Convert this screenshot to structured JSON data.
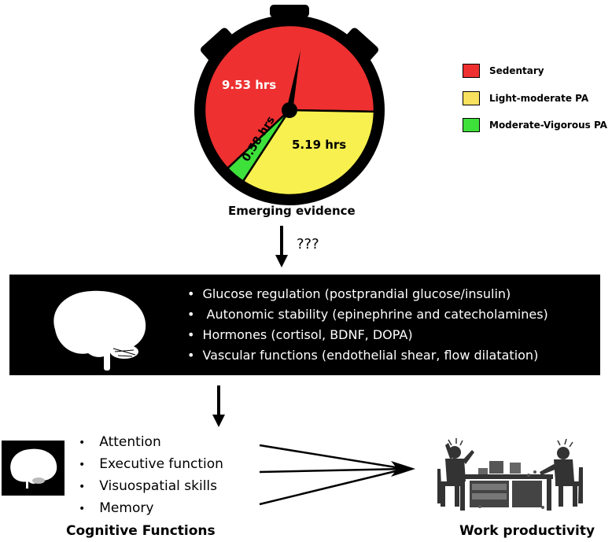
{
  "stopwatch": {
    "segments": [
      {
        "name": "sedentary",
        "label": "9.53 hrs",
        "value": 9.53,
        "color": "#ee3030"
      },
      {
        "name": "light-moderate",
        "label": "5.19 hrs",
        "value": 5.19,
        "color": "#f7f04e"
      },
      {
        "name": "moderate-vigorous",
        "label": "0.58 hrs",
        "value": 0.58,
        "color": "#3ee03a"
      }
    ],
    "caption": "Emerging evidence"
  },
  "legend": [
    {
      "label": "Sedentary",
      "color": "#ee3030"
    },
    {
      "label": "Light-moderate PA",
      "color": "#f7e15e"
    },
    {
      "label": "Moderate-Vigorous PA",
      "color": "#3ee03a"
    }
  ],
  "arrow_label": "???",
  "mechanisms": [
    "Glucose regulation (postprandial glucose/insulin)",
    " Autonomic stability (epinephrine and catecholamines)",
    "Hormones (cortisol, BDNF, DOPA)",
    "Vascular functions (endothelial shear, flow dilatation)"
  ],
  "cognitive": {
    "items": [
      "Attention",
      "Executive function",
      "Visuospatial skills",
      "Memory"
    ],
    "title": "Cognitive Functions"
  },
  "productivity": {
    "title": "Work productivity"
  }
}
